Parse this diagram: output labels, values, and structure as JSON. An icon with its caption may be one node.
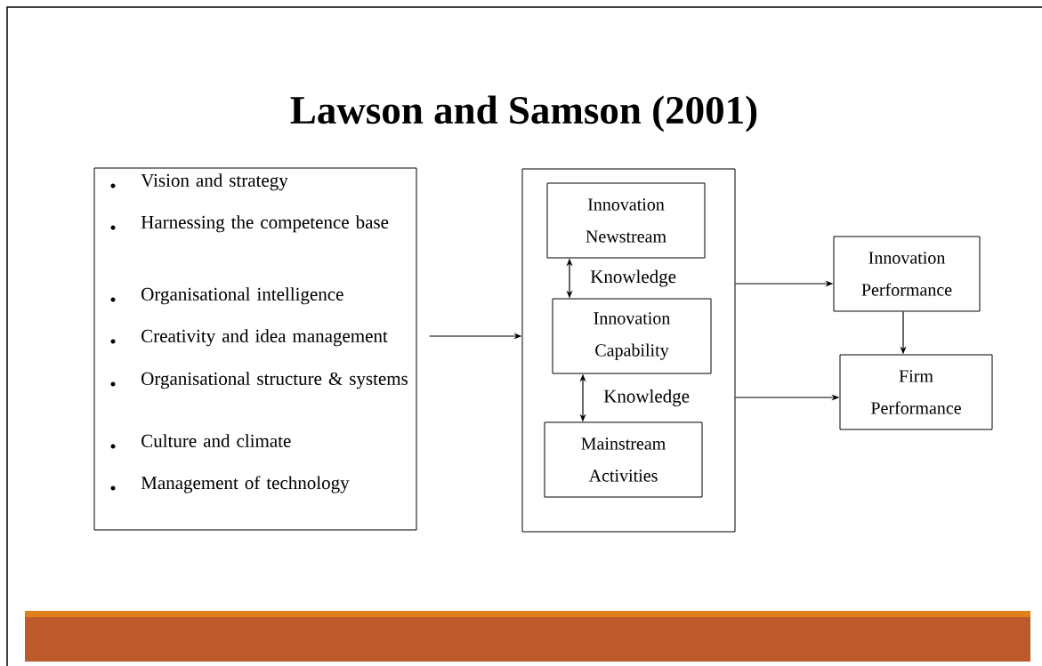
{
  "diagram": {
    "title": "Lawson and Samson (2001)",
    "nodes": [
      {
        "text": [
          "Vision and strategy",
          "Harnessing the competence base",
          "Organisational intelligence",
          "Creativity and idea management",
          "Organisational structure & systems",
          "Culture and climate",
          "Management of technology"
        ]
      },
      {
        "text": [],
        "shape": "box"
      },
      {
        "text": [
          "Innovation Newstream"
        ],
        "in": 1
      },
      {
        "text": [
          "Innovation Capability"
        ],
        "in": 1
      },
      {
        "text": [
          "Mainstream Activities"
        ],
        "in": 1
      },
      {
        "text": [
          "Innovation Performance"
        ]
      },
      {
        "text": [
          "Firm Performance"
        ]
      }
    ],
    "edges": [
      {
        "from": 0,
        "to": 1,
        "arrow": "to"
      },
      {
        "from": 2,
        "to": 3,
        "arrow": "both",
        "label": "Knowledge"
      },
      {
        "from": 3,
        "to": 4,
        "arrow": "both",
        "label": "Knowledge"
      },
      {
        "from": 1,
        "to": 5,
        "arrow": "to"
      },
      {
        "from": 1,
        "to": 6,
        "arrow": "to"
      },
      {
        "from": 5,
        "to": 6,
        "arrow": "to"
      }
    ]
  }
}
